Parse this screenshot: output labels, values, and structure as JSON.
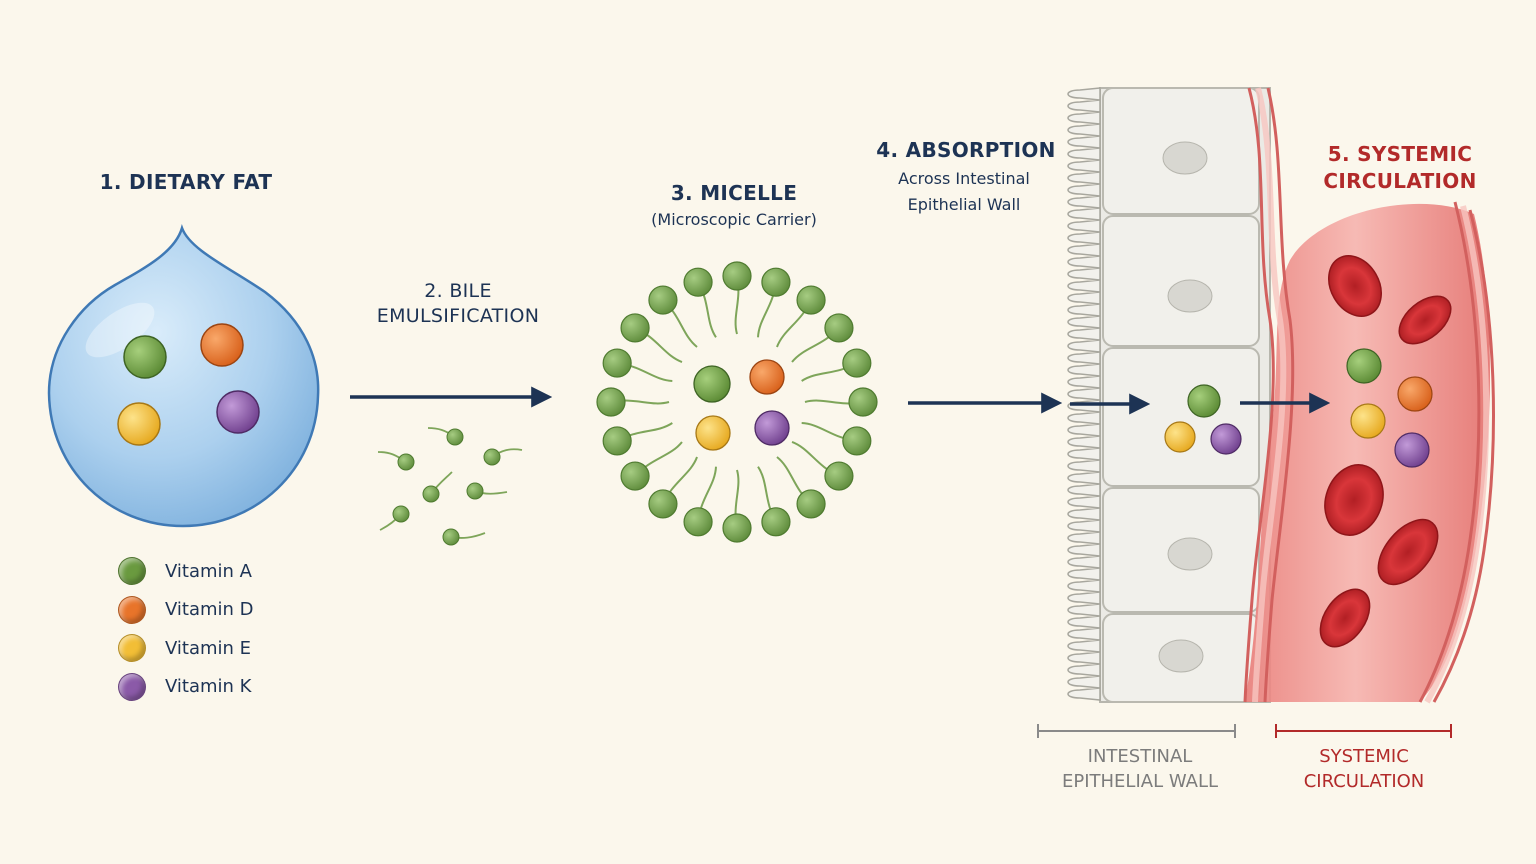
{
  "steps": {
    "dietary_fat": {
      "title": "1. DIETARY FAT"
    },
    "bile": {
      "title_line1": "2. BILE",
      "title_line2": "EMULSIFICATION"
    },
    "micelle": {
      "title": "3. MICELLE",
      "subtitle": "(Microscopic Carrier)"
    },
    "absorption": {
      "title": "4. ABSORPTION",
      "subtitle_line1": "Across Intestinal",
      "subtitle_line2": "Epithelial Wall"
    },
    "circulation": {
      "title_line1": "5. SYSTEMIC",
      "title_line2": "CIRCULATION"
    }
  },
  "legend": [
    {
      "label": "Vitamin A",
      "color": "#6a9a3f"
    },
    {
      "label": "Vitamin D",
      "color": "#e8742a"
    },
    {
      "label": "Vitamin E",
      "color": "#f2be36"
    },
    {
      "label": "Vitamin K",
      "color": "#8b5aa8"
    }
  ],
  "bottom_labels": {
    "epithelial_line1": "INTESTINAL",
    "epithelial_line2": "EPITHELIAL WALL",
    "circulation_line1": "SYSTEMIC",
    "circulation_line2": "CIRCULATION"
  },
  "colors": {
    "background": "#fbf7ec",
    "title": "#1d3354",
    "circulation_red": "#b22a2a",
    "fat_globule": "#a9cdec",
    "phospholipid": "#7ea55a"
  }
}
